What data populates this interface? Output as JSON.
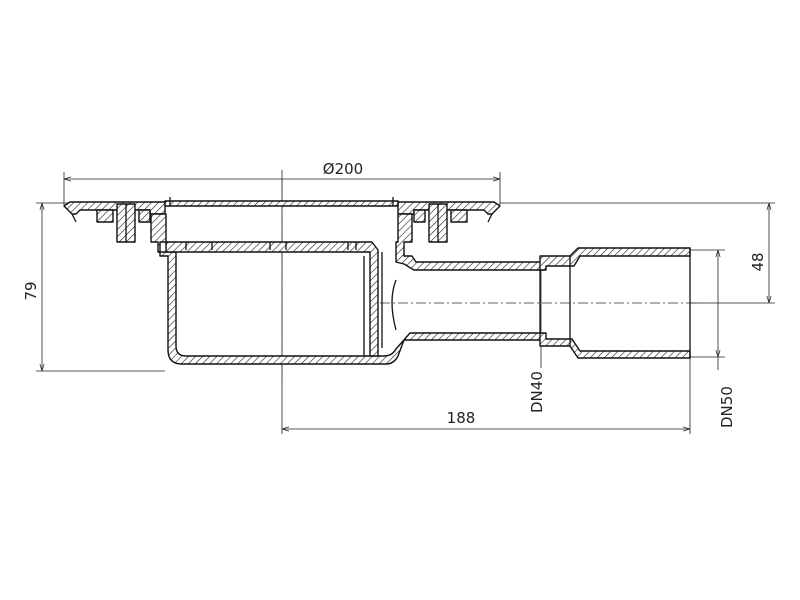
{
  "drawing": {
    "dimensions": {
      "top_width": "Ø200",
      "total_height": "79",
      "outlet_height": "48",
      "outlet_length": "188",
      "inner_pipe": "DN40",
      "outer_pipe": "DN50"
    }
  }
}
